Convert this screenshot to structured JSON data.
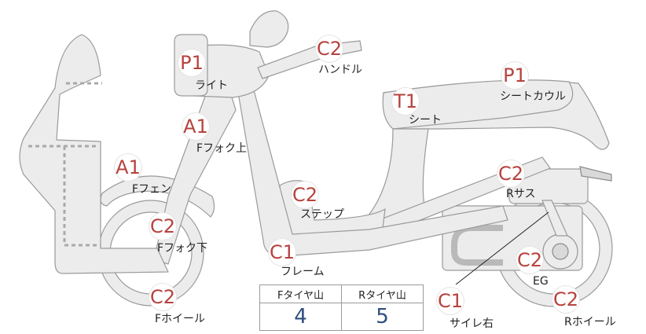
{
  "parts": {
    "light": {
      "grade": "P1",
      "label": "ライト"
    },
    "handle": {
      "grade": "C2",
      "label": "ハンドル"
    },
    "seat": {
      "grade": "T1",
      "label": "シート"
    },
    "seat_cowl": {
      "grade": "P1",
      "label": "シートカウル"
    },
    "ffork_upper": {
      "grade": "A1",
      "label": "Fフォク上"
    },
    "ffender": {
      "grade": "A1",
      "label": "Fフェン"
    },
    "step": {
      "grade": "C2",
      "label": "ステップ"
    },
    "rsus": {
      "grade": "C2",
      "label": "Rサス"
    },
    "ffork_lower": {
      "grade": "C2",
      "label": "Fフォク下"
    },
    "frame": {
      "grade": "C1",
      "label": "フレーム"
    },
    "eg": {
      "grade": "C2",
      "label": "EG"
    },
    "fwheel": {
      "grade": "C2",
      "label": "Fホイール"
    },
    "muffler": {
      "grade": "C1",
      "label": "サイレ右"
    },
    "rwheel": {
      "grade": "C2",
      "label": "Rホイール"
    }
  },
  "tread_table": {
    "front_header": "Fタイヤ山",
    "rear_header": "Rタイヤ山",
    "front_value": "4",
    "rear_value": "5"
  }
}
